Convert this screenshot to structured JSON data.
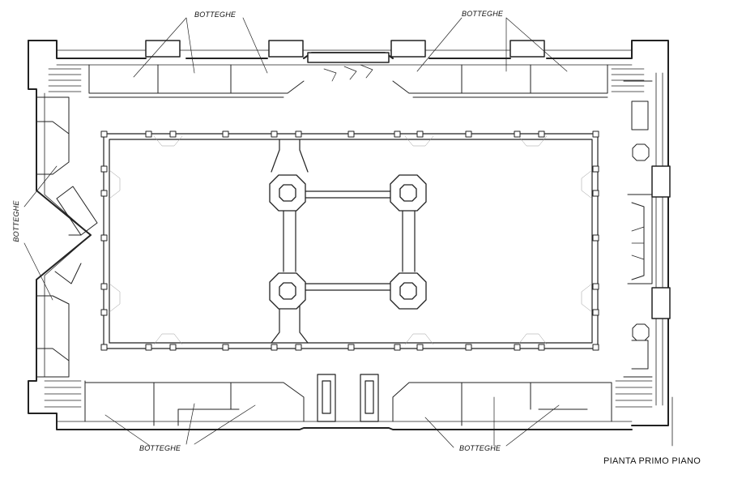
{
  "labels": {
    "shops_top_left": "BOTTEGHE",
    "shops_top_right": "BOTTEGHE",
    "shops_left": "BOTTEGHE",
    "shops_bottom_left": "BOTTEGHE",
    "shops_bottom_right": "BOTTEGHE"
  },
  "title": "PIANTA PRIMO PIANO"
}
